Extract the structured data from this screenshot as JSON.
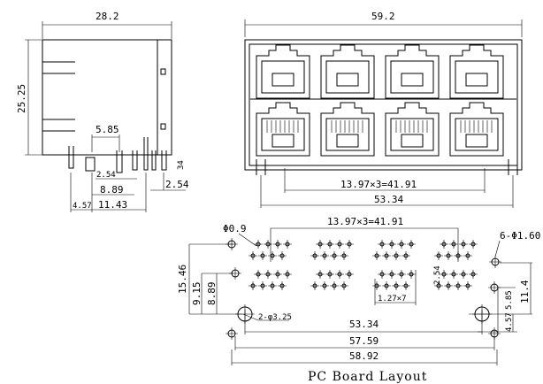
{
  "side_view": {
    "width": "28.2",
    "height": "25.25",
    "pitch_a": "5.85",
    "pitch_b": "2.54",
    "pitch_c": "8.89",
    "pitch_d": "11.43",
    "offset": "4.57",
    "pin_len": "34",
    "pin_offset": "2.54"
  },
  "front_view": {
    "width": "59.2",
    "spacing": "13.97×3=41.91",
    "pin_span": "53.34"
  },
  "pcb_layout": {
    "title": "PC Board Layout",
    "spacing": "13.97×3=41.91",
    "hole_small": "Φ0.9",
    "hole_mount": "6-Φ1.60",
    "hole_peg": "2-φ3.25",
    "row_pitch": "2.54",
    "pin_pitch": "1.27×7",
    "v1": "15.46",
    "v2": "9.15",
    "v3": "8.89",
    "r1": "11.4",
    "r2": "5.85",
    "r3": "4.57",
    "h1": "53.34",
    "h2": "57.59",
    "h3": "58.92"
  }
}
